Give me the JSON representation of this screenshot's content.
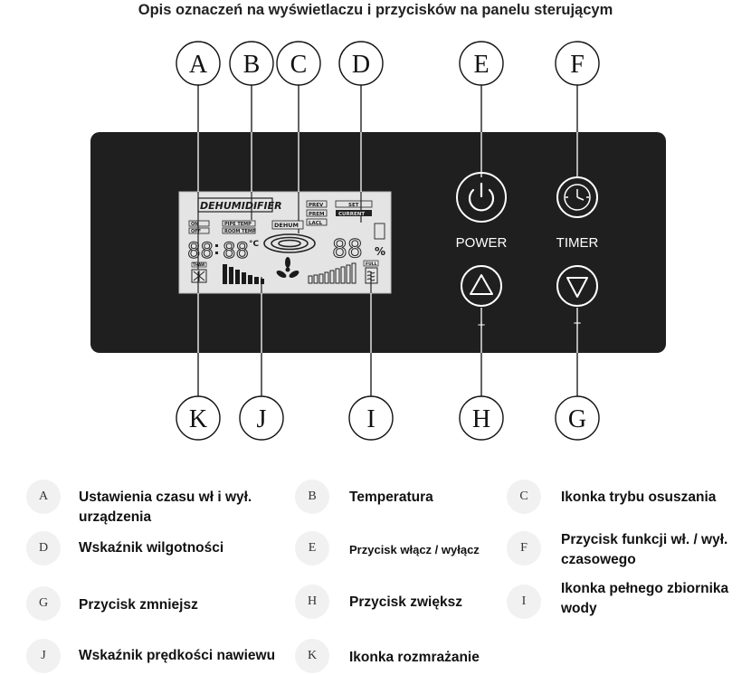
{
  "title": "Opis oznaczeń na wyświetlaczu i przycisków na panelu sterującym",
  "callouts": {
    "A": "A",
    "B": "B",
    "C": "C",
    "D": "D",
    "E": "E",
    "F": "F",
    "G": "G",
    "H": "H",
    "I": "I",
    "J": "J",
    "K": "K"
  },
  "lcd": {
    "dehumidifier": "DEHUMIDIFIER",
    "dehum": "DEHUM",
    "prev": "PREV",
    "prem": "PREM",
    "lacl": "LACL",
    "set": "SET",
    "current": "CURRENT",
    "on": "ON",
    "off": "OFF",
    "full": "FULL",
    "thaw": "THAW",
    "pipe_temp": "PIPE TEMP",
    "room_temp": "ROOM TEMP",
    "time_digits": "88",
    "temp_digits": "88",
    "celsius": "°C",
    "humidity_digits": "88",
    "percent": "%"
  },
  "buttons": {
    "power": "POWER",
    "timer": "TIMER",
    "plus": "+",
    "minus": "−"
  },
  "legend": [
    {
      "letter": "A",
      "text": "Ustawienia czasu wł i wył. urządzenia"
    },
    {
      "letter": "B",
      "text": "Temperatura"
    },
    {
      "letter": "C",
      "text": "Ikonka trybu osuszania"
    },
    {
      "letter": "D",
      "text": "Wskaźnik wilgotności"
    },
    {
      "letter": "E",
      "text": "Przycisk włącz /  wyłącz"
    },
    {
      "letter": "F",
      "text": "Przycisk funkcji wł. / wył. czasowego"
    },
    {
      "letter": "G",
      "text": "Przycisk zmniejsz"
    },
    {
      "letter": "H",
      "text": "Przycisk zwiększ"
    },
    {
      "letter": "I",
      "text": "Ikonka pełnego zbiornika wody"
    },
    {
      "letter": "J",
      "text": "Wskaźnik prędkości nawiewu"
    },
    {
      "letter": "K",
      "text": "Ikonka rozmrażanie"
    }
  ]
}
